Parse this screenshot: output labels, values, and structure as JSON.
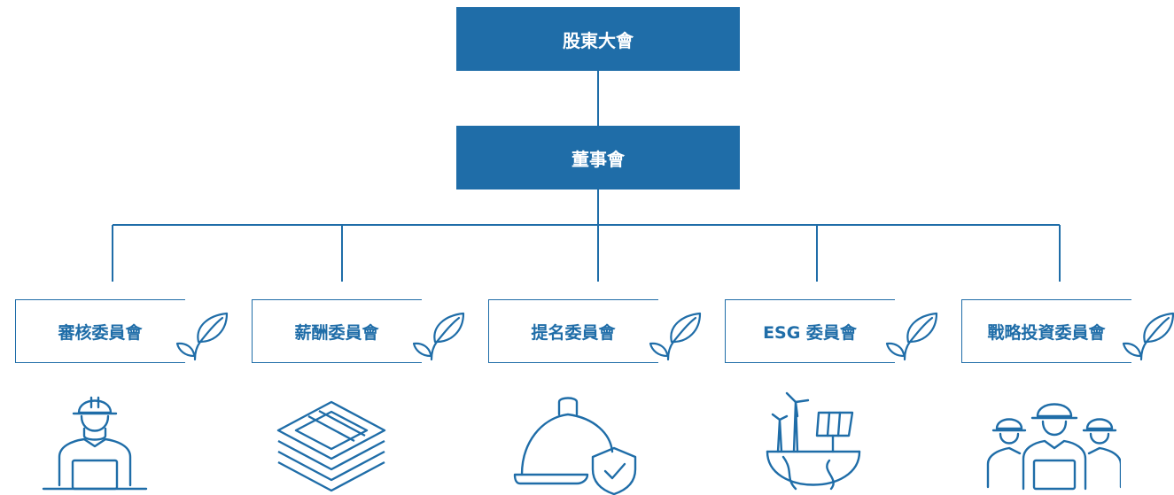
{
  "top": {
    "shareholders": "股東大會",
    "board": "董事會"
  },
  "committees": [
    {
      "label": "審核委員會",
      "icon": "engineer-laptop-icon"
    },
    {
      "label": "薪酬委員會",
      "icon": "money-stack-icon"
    },
    {
      "label": "提名委員會",
      "icon": "helmet-shield-icon"
    },
    {
      "label": "ESG 委員會",
      "icon": "earth-energy-icon"
    },
    {
      "label": "戰略投資委員會",
      "icon": "team-engineers-icon"
    }
  ],
  "colors": {
    "primary": "#1f6da8"
  }
}
